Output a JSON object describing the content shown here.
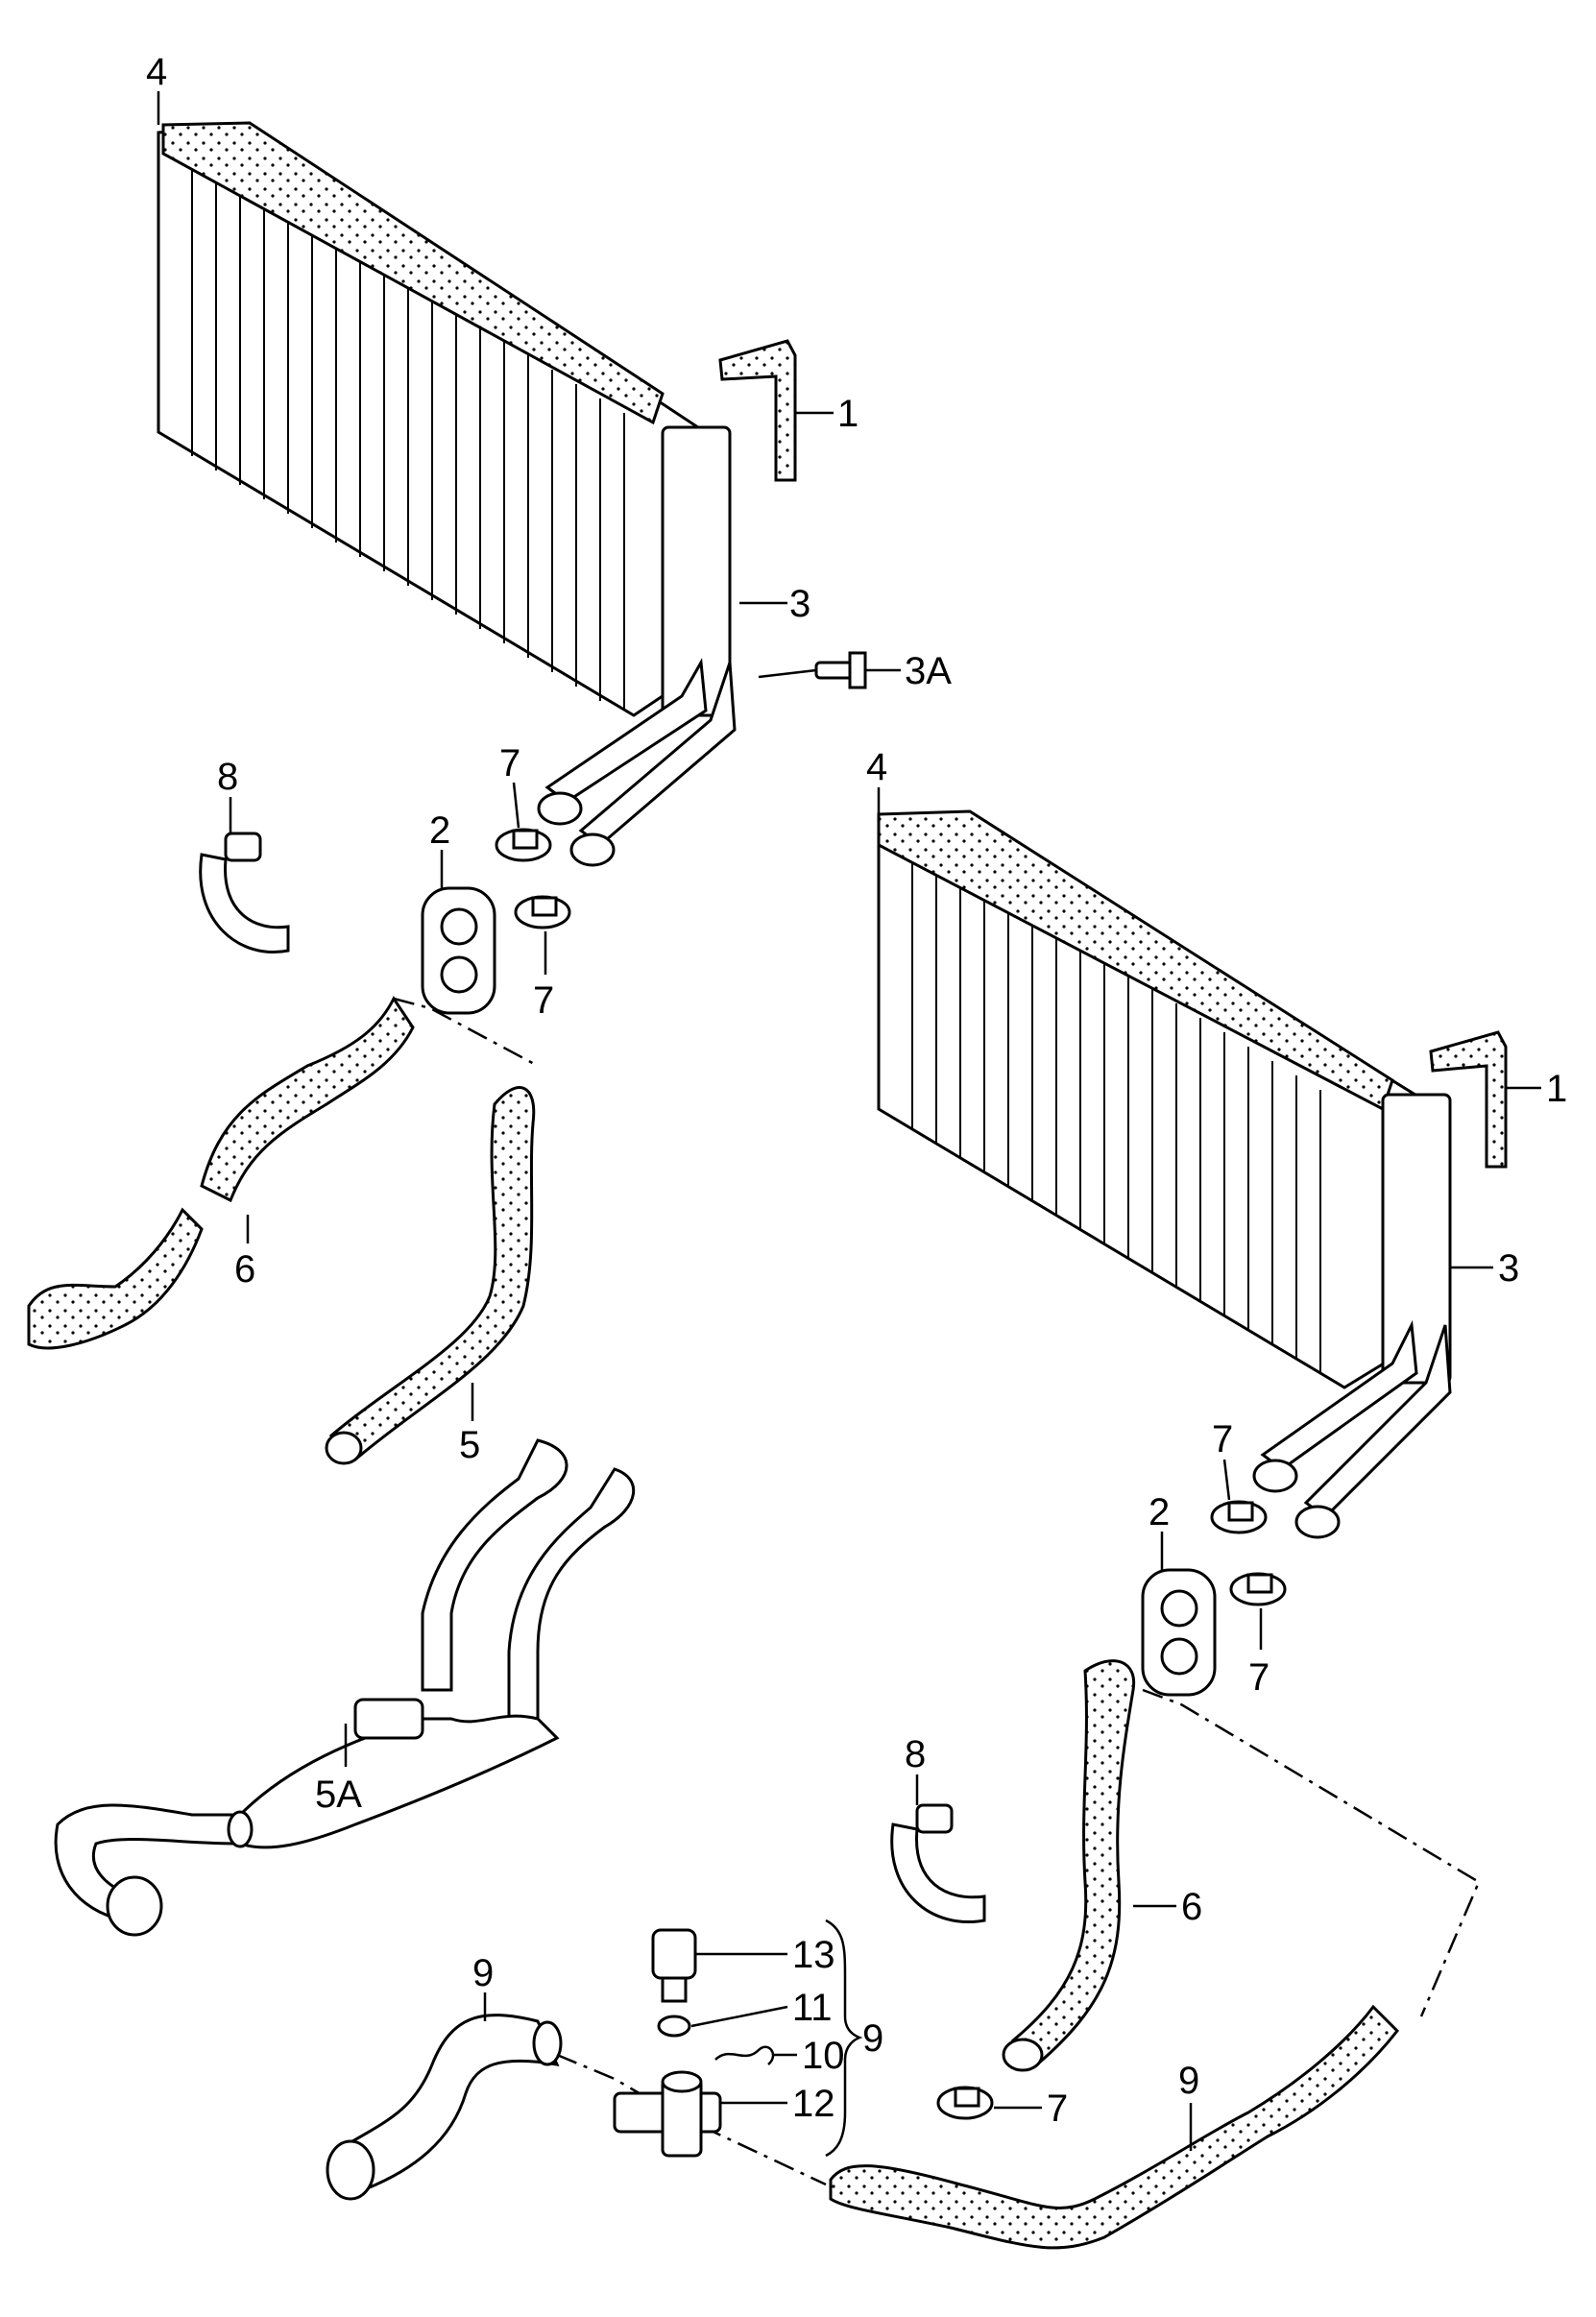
{
  "callouts": {
    "top": {
      "l4": "4",
      "l1": "1",
      "l3": "3",
      "l3a": "3A",
      "l7a": "7",
      "l7b": "7",
      "l2": "2",
      "l8": "8",
      "l6": "6",
      "l5": "5",
      "l5a": "5A"
    },
    "bottom": {
      "l4": "4",
      "l1": "1",
      "l3": "3",
      "l7a": "7",
      "l2": "2",
      "l7b": "7",
      "l8": "8",
      "l6": "6",
      "l7c": "7",
      "l9": "9"
    },
    "sensor": {
      "l9": "9",
      "l13": "13",
      "l11": "11",
      "l10": "10",
      "l12": "12",
      "lgroup": "9"
    }
  }
}
